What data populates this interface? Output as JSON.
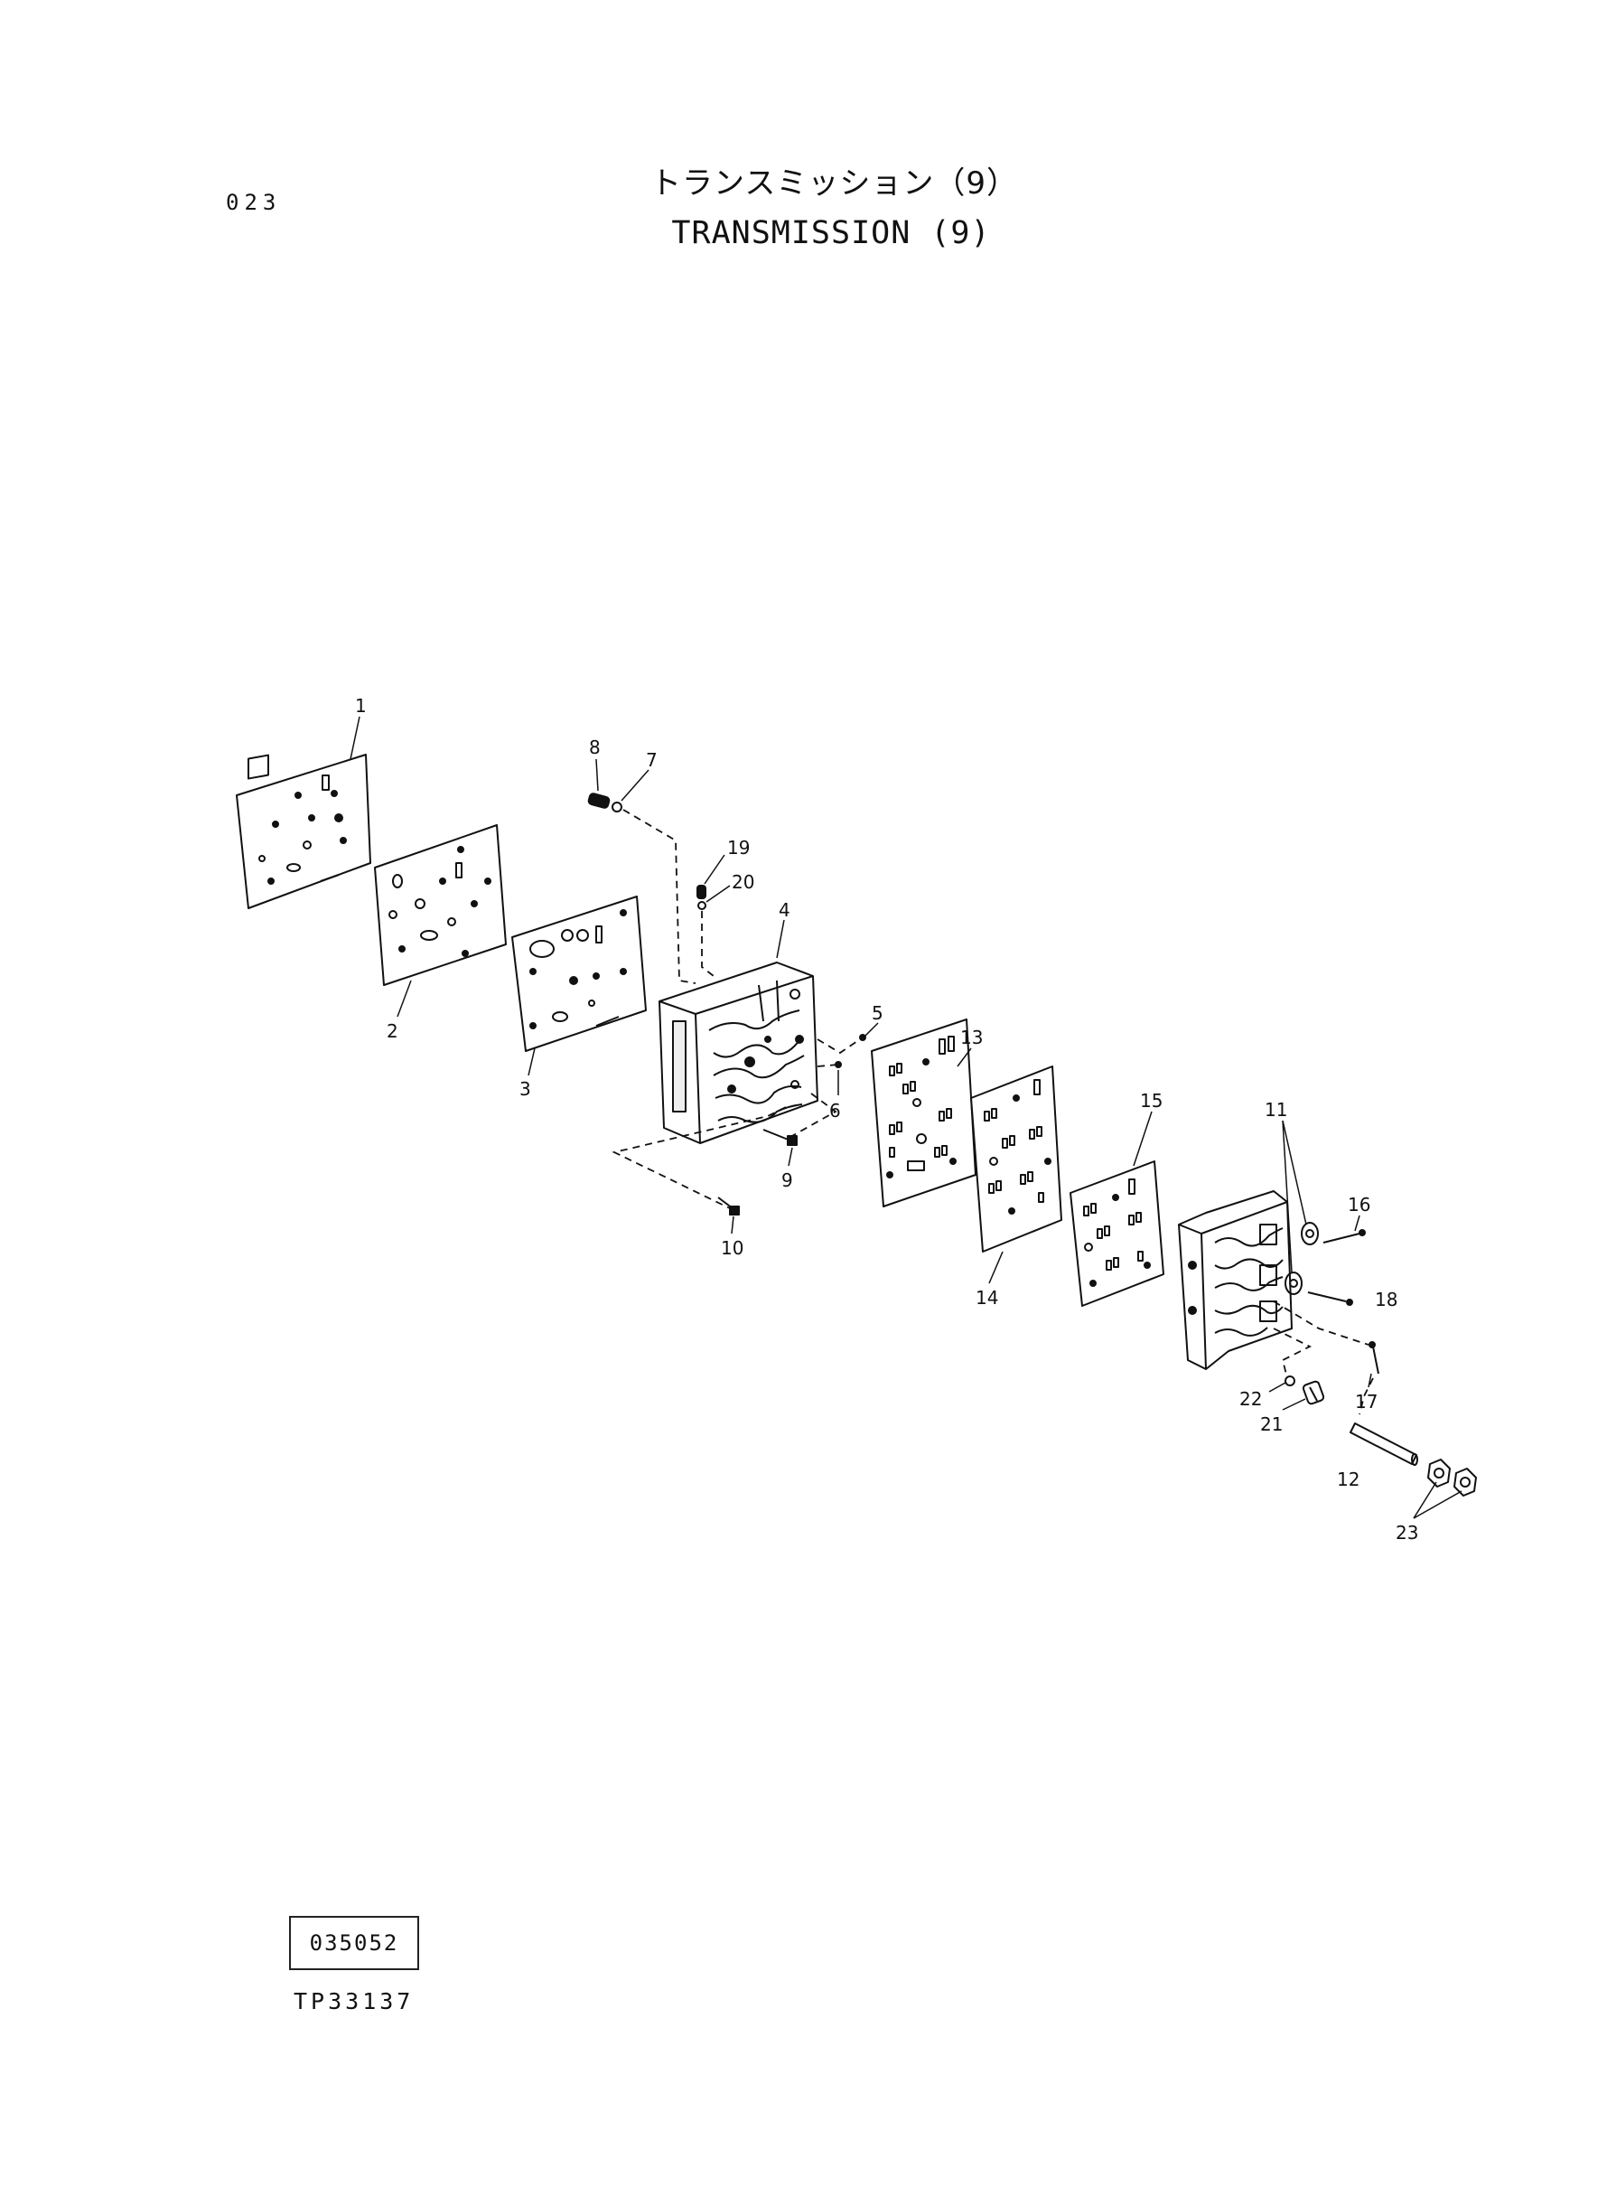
{
  "header": {
    "page_number": "023",
    "title_jp": "トランスミッション（9）",
    "title_en": "TRANSMISSION (9)"
  },
  "parts": [
    {
      "no": "1"
    },
    {
      "no": "2"
    },
    {
      "no": "3"
    },
    {
      "no": "4"
    },
    {
      "no": "5"
    },
    {
      "no": "6"
    },
    {
      "no": "7"
    },
    {
      "no": "8"
    },
    {
      "no": "9"
    },
    {
      "no": "10"
    },
    {
      "no": "11"
    },
    {
      "no": "12"
    },
    {
      "no": "13"
    },
    {
      "no": "14"
    },
    {
      "no": "15"
    },
    {
      "no": "16"
    },
    {
      "no": "17"
    },
    {
      "no": "18"
    },
    {
      "no": "19"
    },
    {
      "no": "20"
    },
    {
      "no": "21"
    },
    {
      "no": "22"
    },
    {
      "no": "23"
    }
  ],
  "footer": {
    "boxed_code": "035052",
    "reference_code": "TP33137"
  }
}
